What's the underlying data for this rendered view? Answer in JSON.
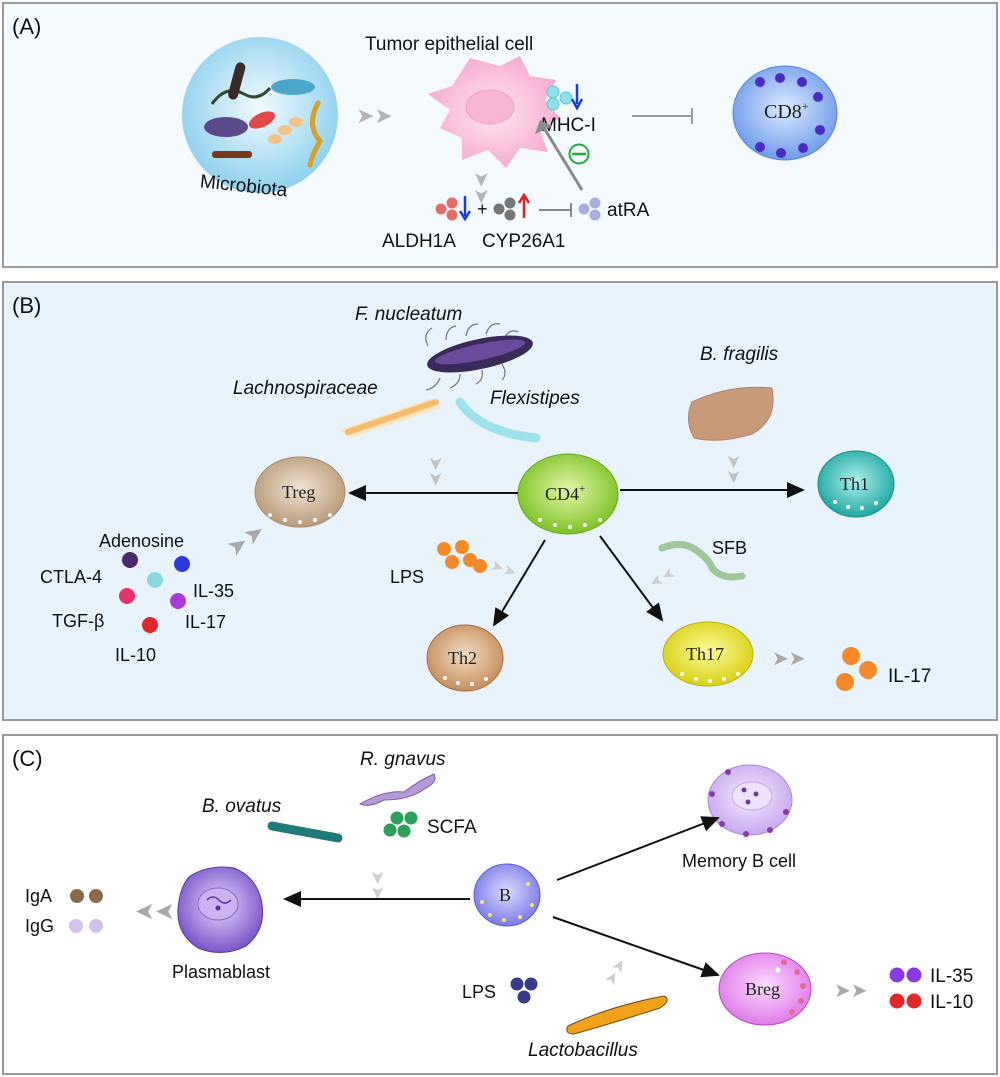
{
  "panel_a": {
    "tag": "(A)",
    "microbiota": "Microbiota",
    "tumor_cell": "Tumor epithelial cell",
    "mhc": "MHC-I",
    "cd8": "CD8",
    "cd8_sup": "+",
    "aldh": "ALDH1A",
    "cyp": "CYP26A1",
    "plus": "+",
    "atra": "atRA",
    "inhibit_sign": "⊖"
  },
  "panel_b": {
    "tag": "(B)",
    "fnuc": "F. nucleatum",
    "lachno": "Lachnospiraceae",
    "flexi": "Flexistipes",
    "bfrag": "B. fragilis",
    "treg": "Treg",
    "cd4": "CD4",
    "cd4_sup": "+",
    "th1": "Th1",
    "th2": "Th2",
    "th17": "Th17",
    "sfb": "SFB",
    "lps": "LPS",
    "il17_out": "IL-17",
    "cytokines": {
      "adenosine": "Adenosine",
      "ctla4": "CTLA-4",
      "il35": "IL-35",
      "tgfb": "TGF-β",
      "il17": "IL-17",
      "il10": "IL-10"
    }
  },
  "panel_c": {
    "tag": "(C)",
    "rgnavus": "R. gnavus",
    "bovatus": "B. ovatus",
    "scfa": "SCFA",
    "memory": "Memory B cell",
    "b": "B",
    "plasmablast": "Plasmablast",
    "iga": "IgA",
    "igg": "IgG",
    "lps": "LPS",
    "lacto": "Lactobacillus",
    "breg": "Breg",
    "il35": "IL-35",
    "il10": "IL-10"
  }
}
